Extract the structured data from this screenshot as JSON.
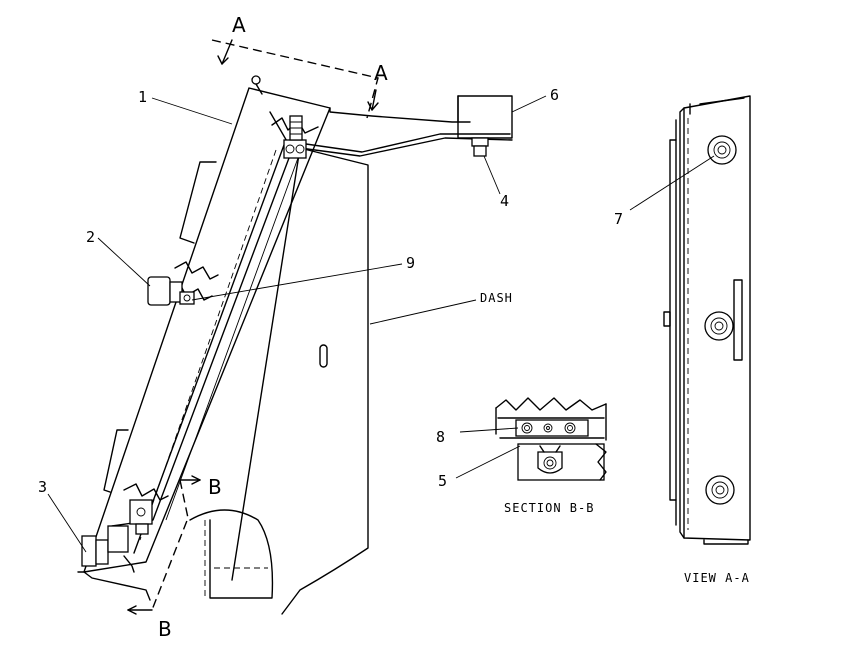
{
  "callouts": {
    "c1": "1",
    "c2": "2",
    "c3": "3",
    "c4": "4",
    "c5": "5",
    "c6": "6",
    "c7": "7",
    "c8": "8",
    "c9": "9"
  },
  "section_markers": {
    "a_top": "A",
    "a_right": "A",
    "b_top": "B",
    "b_bottom": "B"
  },
  "labels": {
    "dash": "DASH",
    "section_bb": "SECTION B-B",
    "view_aa": "VIEW A-A"
  }
}
